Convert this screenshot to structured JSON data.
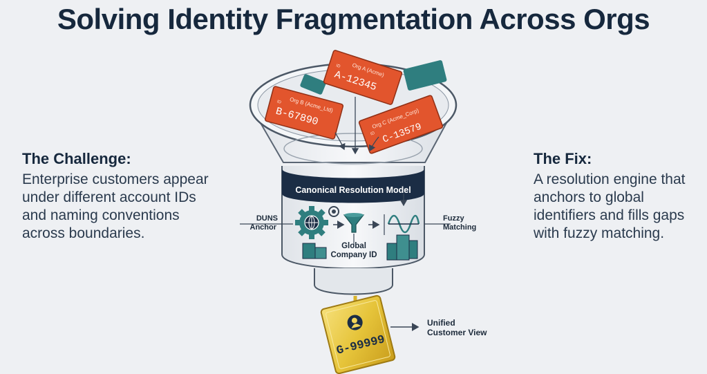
{
  "title": "Solving Identity Fragmentation Across Orgs",
  "challenge": {
    "heading": "The Challenge:",
    "text": "Enterprise customers appear under different account IDs and naming conventions across boundaries."
  },
  "fix": {
    "heading": "The Fix:",
    "text": "A resolution engine that anchors to global identifiers and fills gaps with fuzzy matching."
  },
  "cards": [
    {
      "org": "Org A (Acme)",
      "id_label": "ID",
      "id": "A-12345"
    },
    {
      "org": "Org B (Acme_Ltd)",
      "id_label": "ID",
      "id": "B-67890"
    },
    {
      "org": "Org C (Acme_Corp)",
      "id_label": "ID",
      "id": "C-13579"
    }
  ],
  "band_label": "Canonical Resolution Model",
  "engine": {
    "anchor_label_1": "DUNS",
    "anchor_label_2": "Anchor",
    "global_label_1": "Global",
    "global_label_2": "Company ID",
    "fuzzy_label_1": "Fuzzy",
    "fuzzy_label_2": "Matching"
  },
  "output": {
    "id": "G-99999",
    "label_1": "Unified",
    "label_2": "Customer View"
  },
  "colors": {
    "card_orange": "#e2552d",
    "teal": "#2f7e7f",
    "navy_band": "#1b2d45",
    "gold": "#e6c43a"
  },
  "icons": [
    "gear-icon",
    "globe-icon",
    "funnel-icon",
    "wave-icon",
    "building-icon",
    "user-icon",
    "arrow-right-icon"
  ]
}
